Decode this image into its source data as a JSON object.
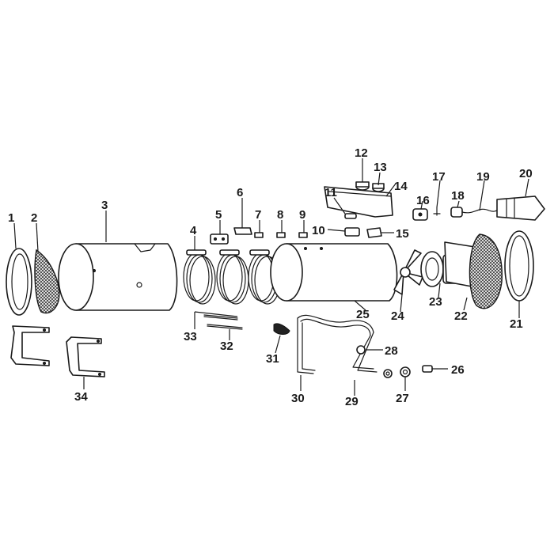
{
  "diagram": {
    "type": "exploded-parts-view",
    "callouts": [
      {
        "id": "1",
        "label": "1"
      },
      {
        "id": "2",
        "label": "2"
      },
      {
        "id": "3",
        "label": "3"
      },
      {
        "id": "4",
        "label": "4"
      },
      {
        "id": "5",
        "label": "5"
      },
      {
        "id": "6",
        "label": "6"
      },
      {
        "id": "7",
        "label": "7"
      },
      {
        "id": "8",
        "label": "8"
      },
      {
        "id": "9",
        "label": "9"
      },
      {
        "id": "10",
        "label": "10"
      },
      {
        "id": "11",
        "label": "11"
      },
      {
        "id": "12",
        "label": "12"
      },
      {
        "id": "13",
        "label": "13"
      },
      {
        "id": "14",
        "label": "14"
      },
      {
        "id": "15",
        "label": "15"
      },
      {
        "id": "16",
        "label": "16"
      },
      {
        "id": "17",
        "label": "17"
      },
      {
        "id": "18",
        "label": "18"
      },
      {
        "id": "19",
        "label": "19"
      },
      {
        "id": "20",
        "label": "20"
      },
      {
        "id": "21",
        "label": "21"
      },
      {
        "id": "22",
        "label": "22"
      },
      {
        "id": "23",
        "label": "23"
      },
      {
        "id": "24",
        "label": "24"
      },
      {
        "id": "25",
        "label": "25"
      },
      {
        "id": "26",
        "label": "26"
      },
      {
        "id": "27",
        "label": "27"
      },
      {
        "id": "28",
        "label": "28"
      },
      {
        "id": "29",
        "label": "29"
      },
      {
        "id": "30",
        "label": "30"
      },
      {
        "id": "31",
        "label": "31"
      },
      {
        "id": "32",
        "label": "32"
      },
      {
        "id": "33",
        "label": "33"
      },
      {
        "id": "34",
        "label": "34"
      }
    ]
  }
}
